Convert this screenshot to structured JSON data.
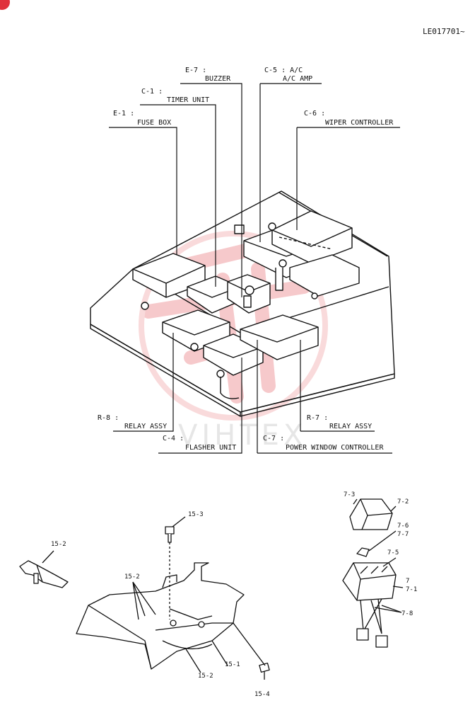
{
  "document": {
    "ref_code": "LE017701~",
    "watermark_text": "VIHTEX",
    "accent_color": "#e0323c"
  },
  "callouts": [
    {
      "code": "E-7 :",
      "name": "BUZZER"
    },
    {
      "code": "C-5 : A/C",
      "name": "A/C AMP"
    },
    {
      "code": "C-1 :",
      "name": "TIMER UNIT"
    },
    {
      "code": "C-6 :",
      "name": "WIPER CONTROLLER"
    },
    {
      "code": "E-1 :",
      "name": "FUSE BOX"
    },
    {
      "code": "R-8 :",
      "name": "RELAY ASSY"
    },
    {
      "code": "R-7 :",
      "name": "RELAY ASSY"
    },
    {
      "code": "C-4 :",
      "name": "FLASHER UNIT"
    },
    {
      "code": "C-7 :",
      "name": "POWER WINDOW CONTROLLER"
    }
  ],
  "part_numbers": [
    "15-2",
    "15-3",
    "15-2",
    "15-1",
    "15-2",
    "15-4",
    "7-3",
    "7-2",
    "7-6",
    "7-7",
    "7-5",
    "7",
    "7-1",
    "7-8"
  ]
}
